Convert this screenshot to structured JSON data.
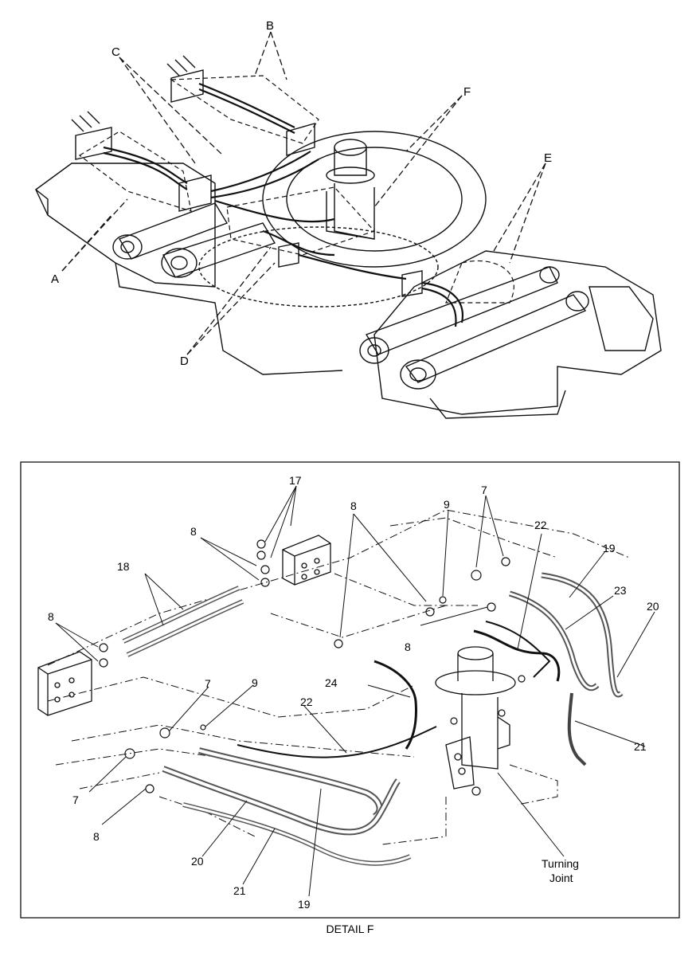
{
  "top_view": {
    "callouts": [
      "A",
      "B",
      "C",
      "D",
      "E",
      "F"
    ]
  },
  "detail": {
    "caption": "DETAIL F",
    "callouts": [
      "17",
      "8",
      "9",
      "7",
      "22",
      "19",
      "18",
      "8",
      "23",
      "20",
      "8",
      "8",
      "24",
      "7",
      "9",
      "22",
      "21",
      "7",
      "8",
      "20",
      "21",
      "19"
    ],
    "turning_joint_label_line1": "Turning",
    "turning_joint_label_line2": "Joint"
  },
  "colors": {
    "line": "#111111",
    "hose": "#555555",
    "frame": "#222222"
  }
}
